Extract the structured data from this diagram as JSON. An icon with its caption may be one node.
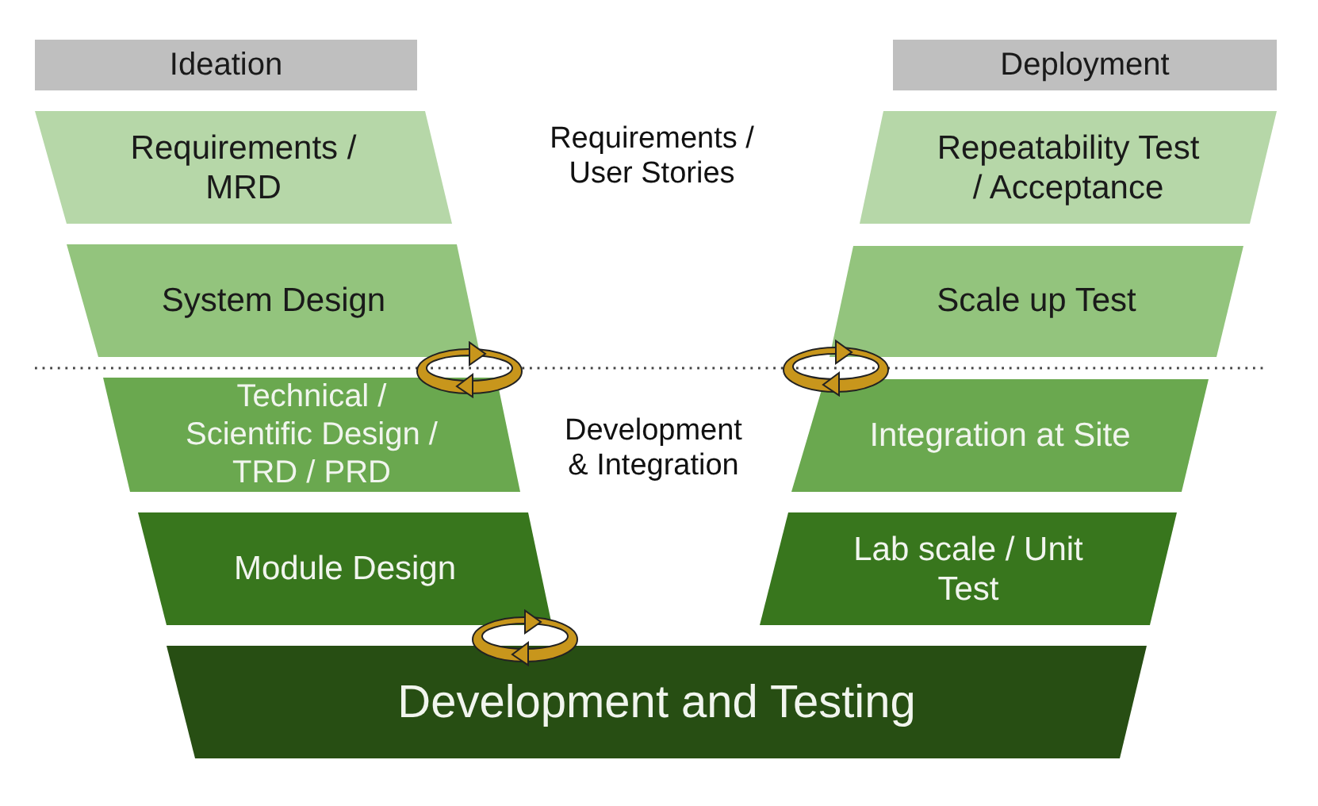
{
  "diagram": {
    "nodes": [
      {
        "text": [
          "Ideation"
        ]
      },
      {
        "text": [
          "Deployment"
        ]
      },
      {
        "text": [
          "Requirements / MRD"
        ]
      },
      {
        "text": [
          "Repeatability Test / Acceptance"
        ]
      },
      {
        "text": [
          "System Design"
        ]
      },
      {
        "text": [
          "Scale up Test"
        ]
      },
      {
        "text": [
          "Technical / Scientific Design / TRD / PRD"
        ]
      },
      {
        "text": [
          "Integration at Site"
        ]
      },
      {
        "text": [
          "Module Design"
        ]
      },
      {
        "text": [
          "Lab scale / Unit Test"
        ]
      },
      {
        "text": [
          "Development and Testing"
        ]
      }
    ],
    "labels": [
      "Requirements / User Stories",
      "Development & Integration"
    ]
  }
}
